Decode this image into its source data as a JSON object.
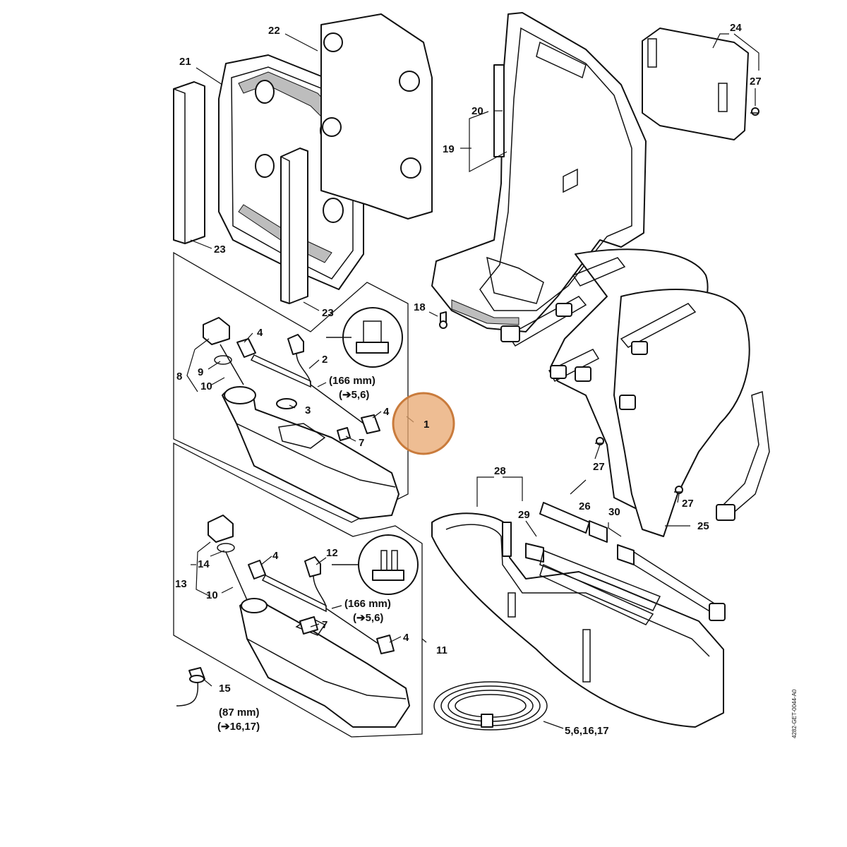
{
  "labels": {
    "p1": "1",
    "p2": "2",
    "p3": "3",
    "p4a": "4",
    "p4b": "4",
    "p4c": "4",
    "p4d": "4",
    "p7a": "7",
    "p7b": "7",
    "p8": "8",
    "p9": "9",
    "p10a": "10",
    "p10b": "10",
    "p11": "11",
    "p12": "12",
    "p13": "13",
    "p14": "14",
    "p15": "15",
    "p18": "18",
    "p19": "19",
    "p20": "20",
    "p21": "21",
    "p22": "22",
    "p23a": "23",
    "p23b": "23",
    "p24": "24",
    "p25": "25",
    "p26": "26",
    "p27a": "27",
    "p27b": "27",
    "p27c": "27",
    "p28": "28",
    "p29": "29",
    "p30": "30",
    "p56": "5,6,16,17"
  },
  "notes": {
    "hose_a_len": "(166 mm)",
    "hose_a_ref": "(➔5,6)",
    "hose_b_len": "(166 mm)",
    "hose_b_ref": "(➔5,6)",
    "hose_c_len": "(87 mm)",
    "hose_c_ref": "(➔16,17)"
  },
  "doc_id": "4282-GET-0044-A0",
  "colors": {
    "highlight": "#E8A76F",
    "highlight_ring": "#C97B3C",
    "line": "#111111"
  }
}
